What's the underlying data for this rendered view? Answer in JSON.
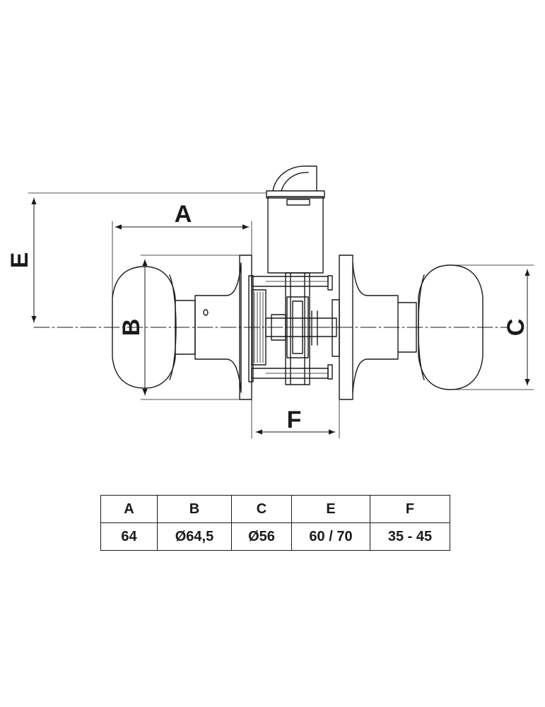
{
  "dimensions": {
    "A": "A",
    "B": "B",
    "C": "C",
    "E": "E",
    "F": "F"
  },
  "table": {
    "headers": [
      "A",
      "B",
      "C",
      "E",
      "F"
    ],
    "values": [
      "64",
      "Ø64,5",
      "Ø56",
      "60 / 70",
      "35 - 45"
    ]
  },
  "colors": {
    "line": "#1a1a1a",
    "background": "#ffffff"
  }
}
